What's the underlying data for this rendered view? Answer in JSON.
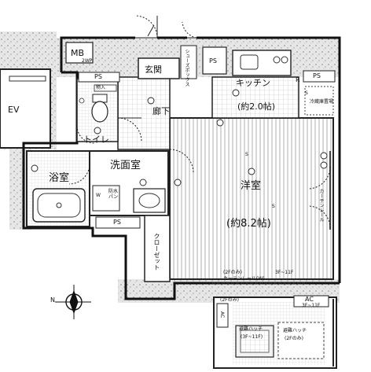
{
  "rooms": {
    "elevator": "EV",
    "meter_box": "MB",
    "meter_box_note": "2WP",
    "entrance": "玄関",
    "shoe_box": "シューズボックス",
    "pipe_space": "PS",
    "kitchen": "キッチン",
    "kitchen_size": "(約2.0帖)",
    "refrigerator": "R",
    "fridge_space": "冷蔵庫置場",
    "hallway": "廊下",
    "toilet": "トイレ",
    "storage": "物入",
    "bathroom": "浴室",
    "washroom": "洗面室",
    "waterproof_pan": "防水パン",
    "washer": "W",
    "western_room": "洋室",
    "western_room_size": "(約8.2帖)",
    "closet": "クローゼット",
    "curtain_rail": "カーテンレール",
    "curtain_rail_note": "カーテンレール(W)",
    "floor_note_2f": "(2Fのみ)",
    "floor_note_3f11f": "3F~11F",
    "aircon": "AC",
    "aircon_note": "3F~11F",
    "aircon_2f": "(2Fのみ)",
    "evac_hatch": "避難ハッチ",
    "evac_hatch_3f": "(3F~11F)",
    "evac_hatch_down": "避難ハッチ",
    "evac_hatch_down_note": "(2Fのみ)",
    "sensor": "S"
  },
  "compass": {
    "north": "N"
  }
}
